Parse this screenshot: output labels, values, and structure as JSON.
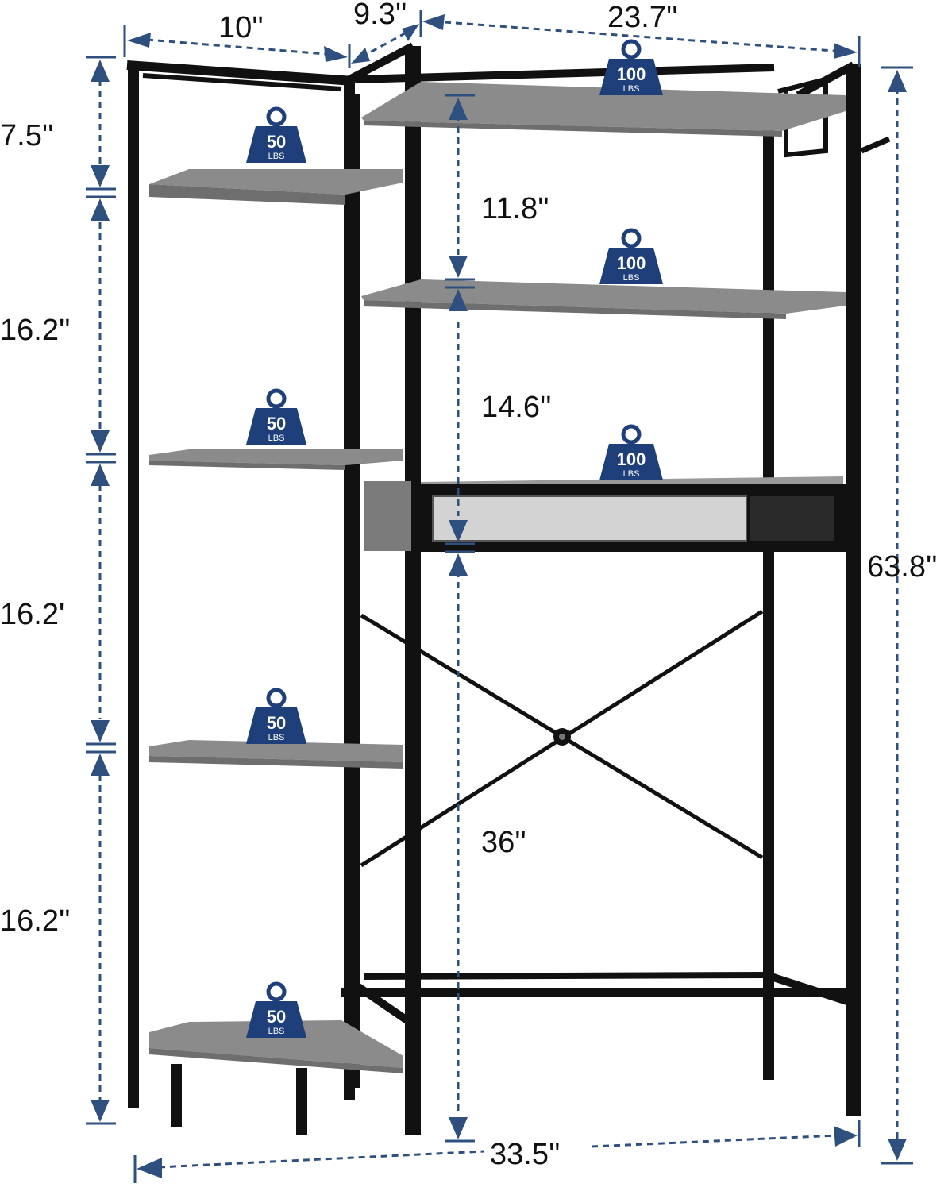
{
  "colors": {
    "frame": "#111111",
    "shelf_top": "#8a8a8a",
    "shelf_edge": "#6f6f6f",
    "dimension_line": "#2f4f7f",
    "badge": "#1f3f7a",
    "mesh": "#cfcfcf"
  },
  "dimensions": {
    "side_depth": "10''",
    "main_depth": "9.3''",
    "main_width": "23.7''",
    "left_top_gap": "7.5''",
    "left_gap_1": "16.2''",
    "left_gap_2": "16.2'",
    "left_gap_3": "16.2''",
    "right_top_gap": "11.8''",
    "right_mid_gap": "14.6''",
    "right_bottom_gap": "36''",
    "total_height": "63.8''",
    "total_width": "33.5''"
  },
  "badges": [
    {
      "id": "badge-main-top",
      "value": "100",
      "unit": "LBS"
    },
    {
      "id": "badge-main-mid",
      "value": "100",
      "unit": "LBS"
    },
    {
      "id": "badge-main-drawer",
      "value": "100",
      "unit": "LBS"
    },
    {
      "id": "badge-side-1",
      "value": "50",
      "unit": "LBS"
    },
    {
      "id": "badge-side-2",
      "value": "50",
      "unit": "LBS"
    },
    {
      "id": "badge-side-3",
      "value": "50",
      "unit": "LBS"
    },
    {
      "id": "badge-side-4",
      "value": "50",
      "unit": "LBS"
    }
  ]
}
